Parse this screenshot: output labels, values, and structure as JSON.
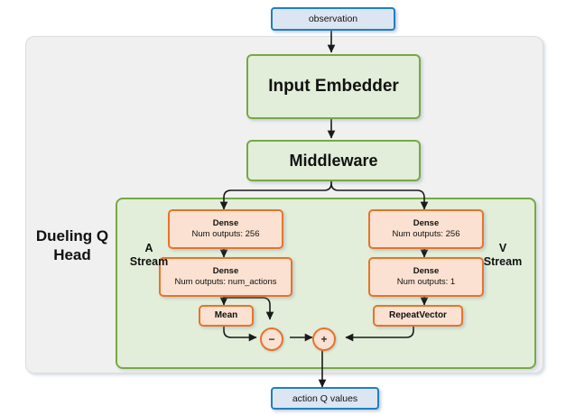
{
  "diagram": {
    "title_label": "Dueling Q Head",
    "io": {
      "input": {
        "label": "observation"
      },
      "output": {
        "label": "action Q values"
      }
    },
    "modules": [
      {
        "name": "input-embedder",
        "label": "Input Embedder"
      },
      {
        "name": "middleware",
        "label": "Middleware"
      }
    ],
    "streams": {
      "advantage": {
        "label": "A\nStream",
        "label_line1": "A",
        "label_line2": "Stream",
        "layers": [
          {
            "type": "Dense",
            "title": "Dense",
            "detail": "Num outputs: 256"
          },
          {
            "type": "Dense",
            "title": "Dense",
            "detail": "Num outputs: num_actions"
          },
          {
            "type": "Mean",
            "title": "Mean",
            "detail": ""
          }
        ]
      },
      "value": {
        "label": "V\nStream",
        "label_line1": "V",
        "label_line2": "Stream",
        "layers": [
          {
            "type": "Dense",
            "title": "Dense",
            "detail": "Num outputs: 256"
          },
          {
            "type": "Dense",
            "title": "Dense",
            "detail": "Num outputs: 1"
          },
          {
            "type": "RepeatVector",
            "title": "RepeatVector",
            "detail": ""
          }
        ]
      }
    },
    "operators": [
      {
        "name": "subtract",
        "symbol": "−"
      },
      {
        "name": "add",
        "symbol": "+"
      }
    ],
    "colors": {
      "io_border": "#1f7fc4",
      "io_fill": "#dce6f2",
      "module_border": "#76a943",
      "module_fill": "#e2eed9",
      "layer_border": "#e8732a",
      "layer_fill": "#fbe1d1",
      "container_fill": "#f0f0f0",
      "wire": "#1a1a1a"
    }
  }
}
